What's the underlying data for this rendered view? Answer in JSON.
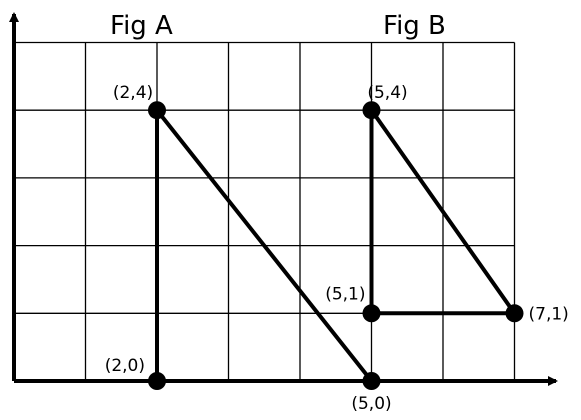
{
  "titles": {
    "fig_a": "Fig A",
    "fig_b": "Fig B"
  },
  "chart_data": {
    "type": "diagram",
    "grid": true,
    "xlim": [
      0,
      8
    ],
    "ylim": [
      0,
      5
    ],
    "figures": [
      {
        "title": "Fig A",
        "polyline": [
          [
            2,
            0
          ],
          [
            2,
            4
          ],
          [
            5,
            0
          ]
        ],
        "points": [
          {
            "x": 2,
            "y": 4,
            "label": "(2,4)"
          },
          {
            "x": 2,
            "y": 0,
            "label": "(2,0)"
          },
          {
            "x": 5,
            "y": 0,
            "label": "(5,0)"
          }
        ]
      },
      {
        "title": "Fig B",
        "polyline": [
          [
            5,
            1
          ],
          [
            5,
            4
          ],
          [
            7,
            1
          ],
          [
            5,
            1
          ]
        ],
        "points": [
          {
            "x": 5,
            "y": 4,
            "label": "(5,4)"
          },
          {
            "x": 5,
            "y": 1,
            "label": "(5,1)"
          },
          {
            "x": 7,
            "y": 1,
            "label": "(7,1)"
          }
        ]
      }
    ]
  }
}
